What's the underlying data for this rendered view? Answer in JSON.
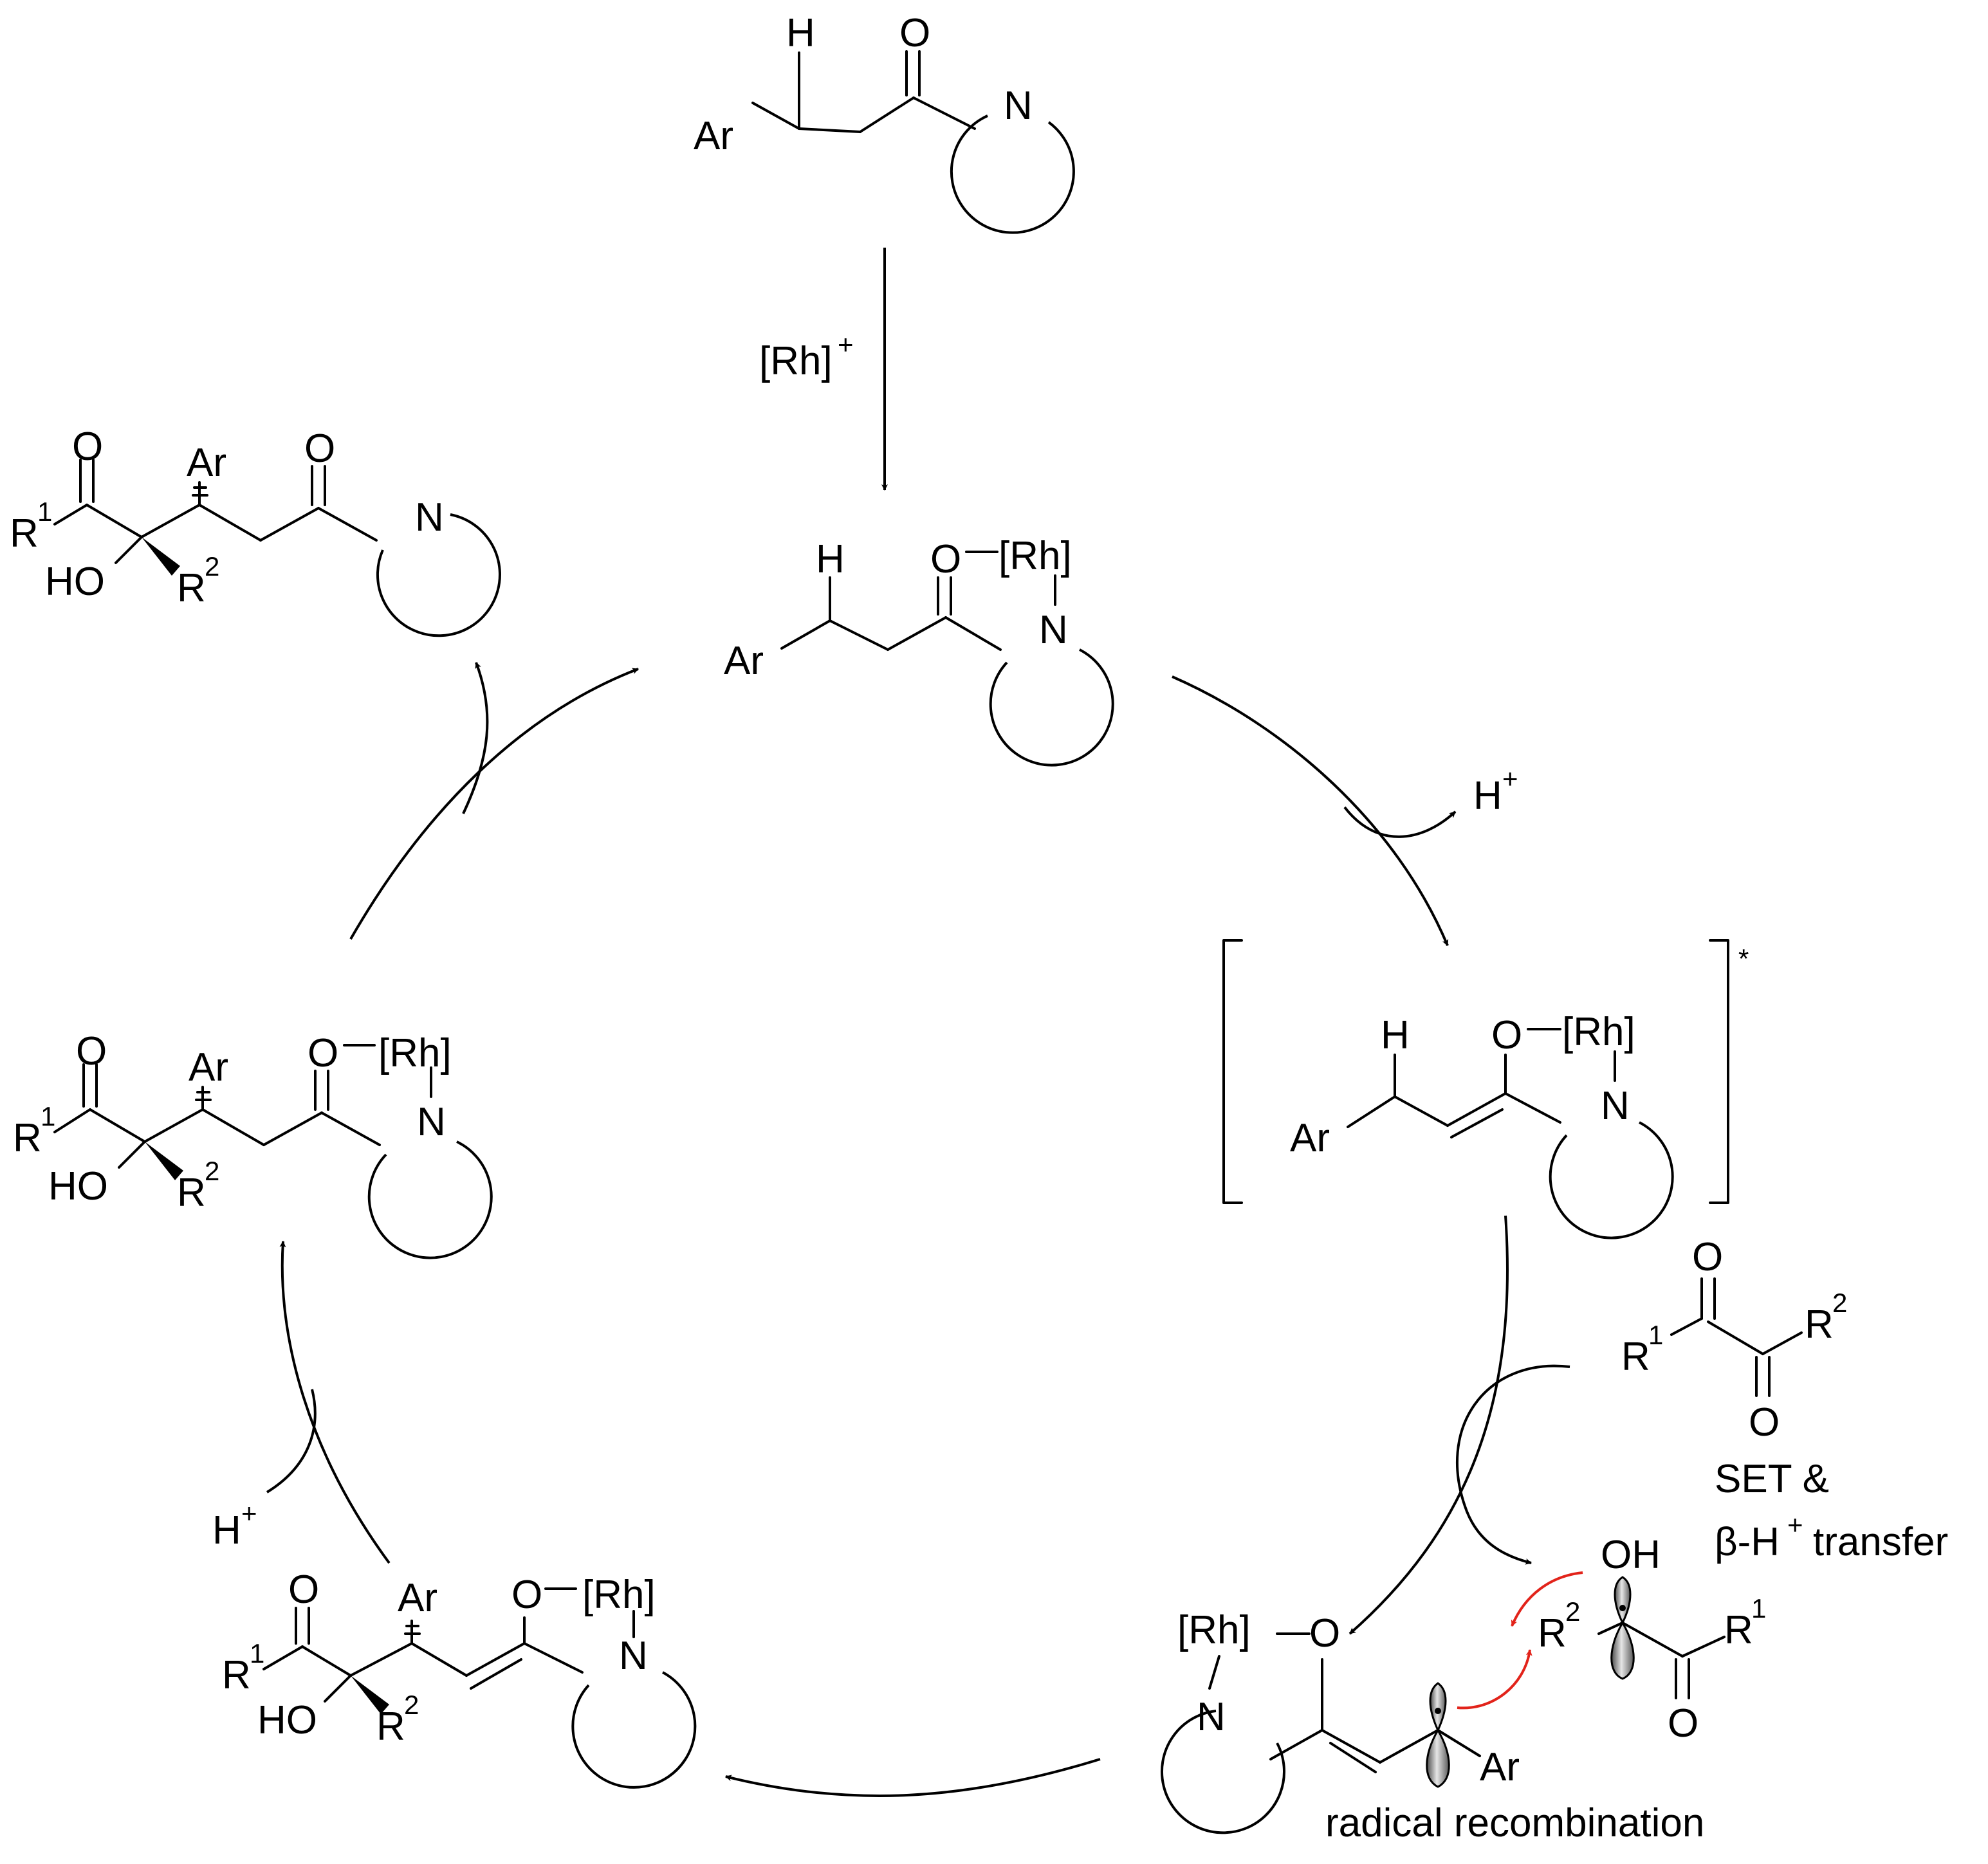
{
  "atoms": {
    "ar": "Ar",
    "h": "H",
    "o": "O",
    "n": "N",
    "rh": "[Rh]",
    "r": "R",
    "oh": "OH",
    "ho": "HO",
    "one": "1",
    "two": "2",
    "plus": "+",
    "star": "*"
  },
  "labels": {
    "catalyst": "[Rh]",
    "catalyst_charge": "+",
    "proton": "H",
    "proton_charge": "+",
    "set_line1": "SET &",
    "set_line2_a": "β-H",
    "set_line2_b": "transfer",
    "radical_recombination": "radical recombination",
    "excited_state_mark": "*"
  },
  "colors": {
    "ink": "#000000",
    "curved_arrow_red": "#e2231a",
    "orbital_fill": "#9a9a9a"
  }
}
